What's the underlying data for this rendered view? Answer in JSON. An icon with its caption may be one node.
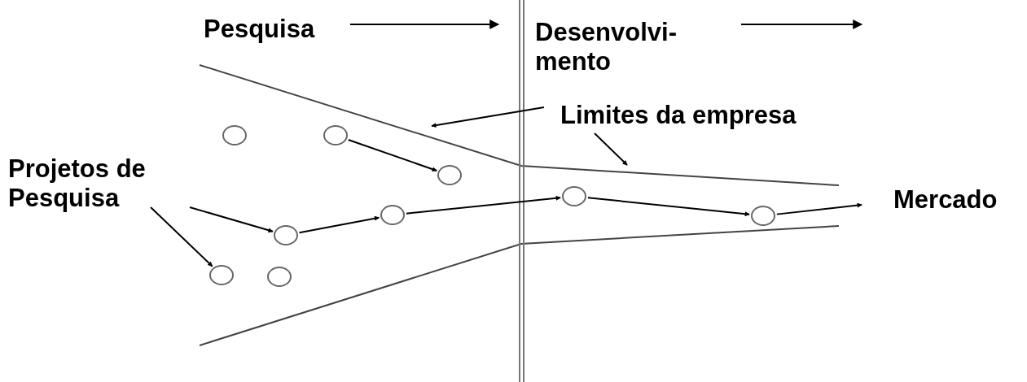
{
  "diagram": {
    "nodes": [
      {
        "text": [
          "Limites da empresa"
        ]
      },
      {
        "text": [],
        "shape": "circle"
      },
      {
        "text": [],
        "shape": "circle"
      },
      {
        "text": [
          "Projetos de Pesquisa"
        ]
      },
      {
        "text": [],
        "shape": "circle"
      },
      {
        "text": [],
        "shape": "circle"
      },
      {
        "text": [
          "Mercado"
        ]
      },
      {
        "text": [],
        "shape": "circle"
      },
      {
        "text": [],
        "shape": "circle"
      },
      {
        "text": [],
        "shape": "circle"
      },
      {
        "text": [],
        "shape": "circle"
      },
      {
        "text": [],
        "shape": "circle"
      }
    ],
    "edges": [
      {
        "from": 0,
        "to": null,
        "arrow": "to"
      },
      {
        "from": 0,
        "to": null,
        "arrow": "to"
      },
      {
        "from": 2,
        "to": 4,
        "arrow": "to"
      },
      {
        "from": 3,
        "to": 9,
        "arrow": "to"
      },
      {
        "from": 3,
        "to": 10,
        "arrow": "to"
      },
      {
        "from": 9,
        "to": 8,
        "arrow": "to"
      },
      {
        "from": 8,
        "to": 5,
        "arrow": "to"
      },
      {
        "from": 5,
        "to": 7,
        "arrow": "to"
      },
      {
        "from": 7,
        "to": 6,
        "arrow": "to"
      }
    ],
    "labels": [
      "Pesquisa",
      "Desenvolvi- mento"
    ]
  }
}
